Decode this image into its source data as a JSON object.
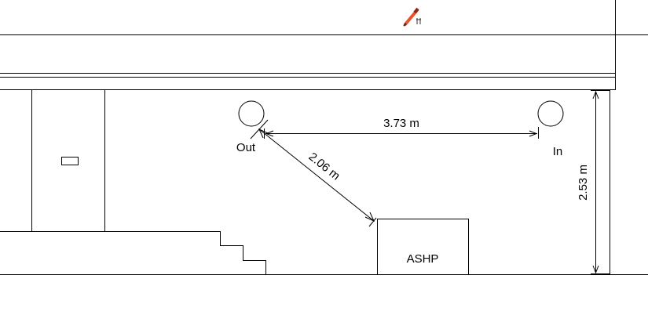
{
  "toolbar": {
    "cursor_icon": "pencil-with-dimension-cursor-icon"
  },
  "labels": {
    "outlet": "Out",
    "inlet": "In",
    "unit": "ASHP"
  },
  "dimensions": {
    "outlet_to_inlet": "3.73 m",
    "outlet_to_unit": "2.06 m",
    "wall_height": "2.53 m"
  },
  "colors": {
    "line": "#000000",
    "pencil_body": "#e8532d",
    "pencil_tip": "#333333"
  }
}
